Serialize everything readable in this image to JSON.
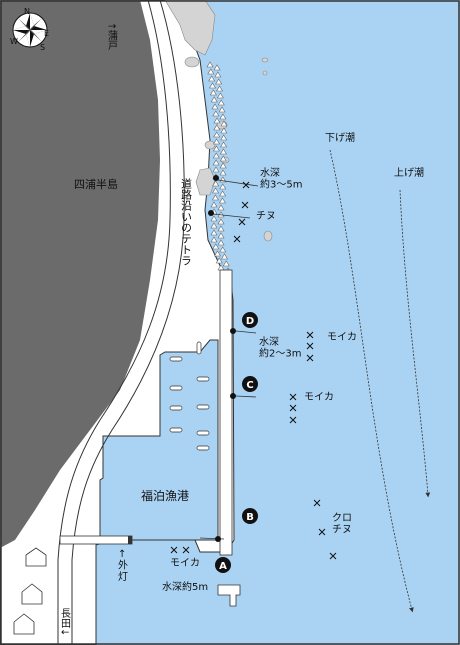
{
  "map": {
    "compass": {
      "n": "N",
      "e": "E",
      "s": "S",
      "w": "W"
    },
    "labels": {
      "to_kamado": "↑蒲戸",
      "shiura_peninsula": "四浦半島",
      "roadside_tetra": "道路沿いのテトラ",
      "depth_3_5m": "水深\n約3〜5m",
      "chinu_top": "チヌ",
      "shitage_tide": "下げ潮",
      "agege_tide": "上げ潮",
      "depth_2_3m": "水深\n約2〜3m",
      "moika_d": "モイカ",
      "moika_c": "モイカ",
      "fukudomari_port": "福泊漁港",
      "kuro_chinu": "クロ\nチヌ",
      "outer_light": "↑\n外\n灯",
      "moika_a": "モイカ",
      "depth_5m": "水深約5m",
      "to_nagata": "長田↓"
    },
    "points": [
      {
        "id": "D",
        "label": "D"
      },
      {
        "id": "C",
        "label": "C"
      },
      {
        "id": "B",
        "label": "B"
      },
      {
        "id": "A",
        "label": "A"
      }
    ],
    "colors": {
      "sea": "#aad3f3",
      "land": "#6b6b6b",
      "rock": "#d4d4d4",
      "road": "#ffffff"
    }
  }
}
